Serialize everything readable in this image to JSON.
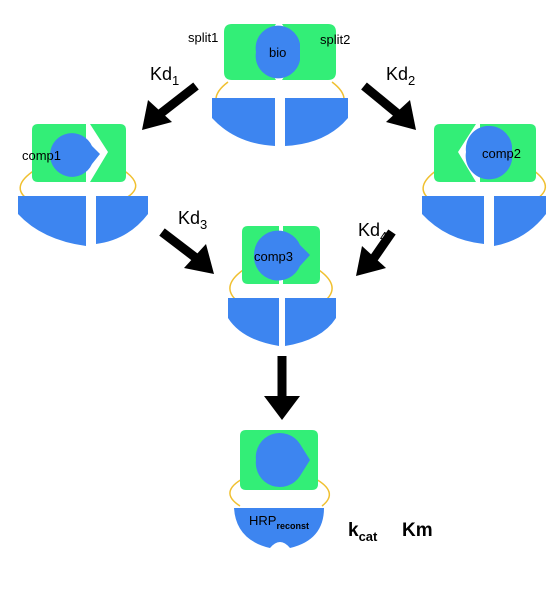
{
  "labels": {
    "split1": "split1",
    "split2": "split2",
    "bio": "bio",
    "comp1": "comp1",
    "comp2": "comp2",
    "comp3": "comp3",
    "hrp_main": "HRP",
    "hrp_sub": "reconst",
    "kd_main": "Kd",
    "kd1_sub": "1",
    "kd2_sub": "2",
    "kd3_sub": "3",
    "kd4_sub": "4",
    "kcat_main": "k",
    "kcat_sub": "cat",
    "km": "Km"
  },
  "colors": {
    "green": "#33ee77",
    "blue": "#3d85f0",
    "linker": "#f0c030",
    "arrow": "#000000"
  },
  "icons": {
    "complex": "split-protein-complex",
    "arrow": "reaction-arrow"
  }
}
